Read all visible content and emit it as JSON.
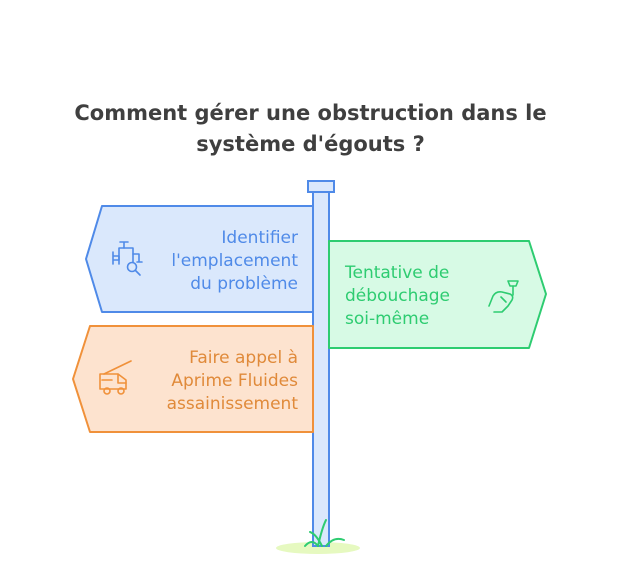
{
  "title": {
    "line1": "Comment gérer une obstruction dans le",
    "line2": "système d'égouts ?"
  },
  "signs": [
    {
      "lines": [
        "Identifier",
        "l'emplacement",
        "du problème"
      ],
      "icon": "pipe-magnifier-icon",
      "fill": "#dae8fc",
      "stroke": "#4f8ae8",
      "text_color": "#4f8ae8"
    },
    {
      "lines": [
        "Tentative de",
        "débouchage",
        "soi-même"
      ],
      "icon": "plunger-hand-icon",
      "fill": "#d7fae5",
      "stroke": "#2ecc71",
      "text_color": "#2ecc71"
    },
    {
      "lines": [
        "Faire appel à",
        "Aprime Fluides",
        "assainissement"
      ],
      "icon": "truck-crane-icon",
      "fill": "#fde3cf",
      "stroke": "#f0913a",
      "text_color": "#e08a3a"
    }
  ],
  "colors": {
    "title": "#3f3f3f",
    "pole_fill": "#dae8fc",
    "pole_stroke": "#4f8ae8",
    "grass": "#2ecc71",
    "ground": "#e6f9c0"
  }
}
